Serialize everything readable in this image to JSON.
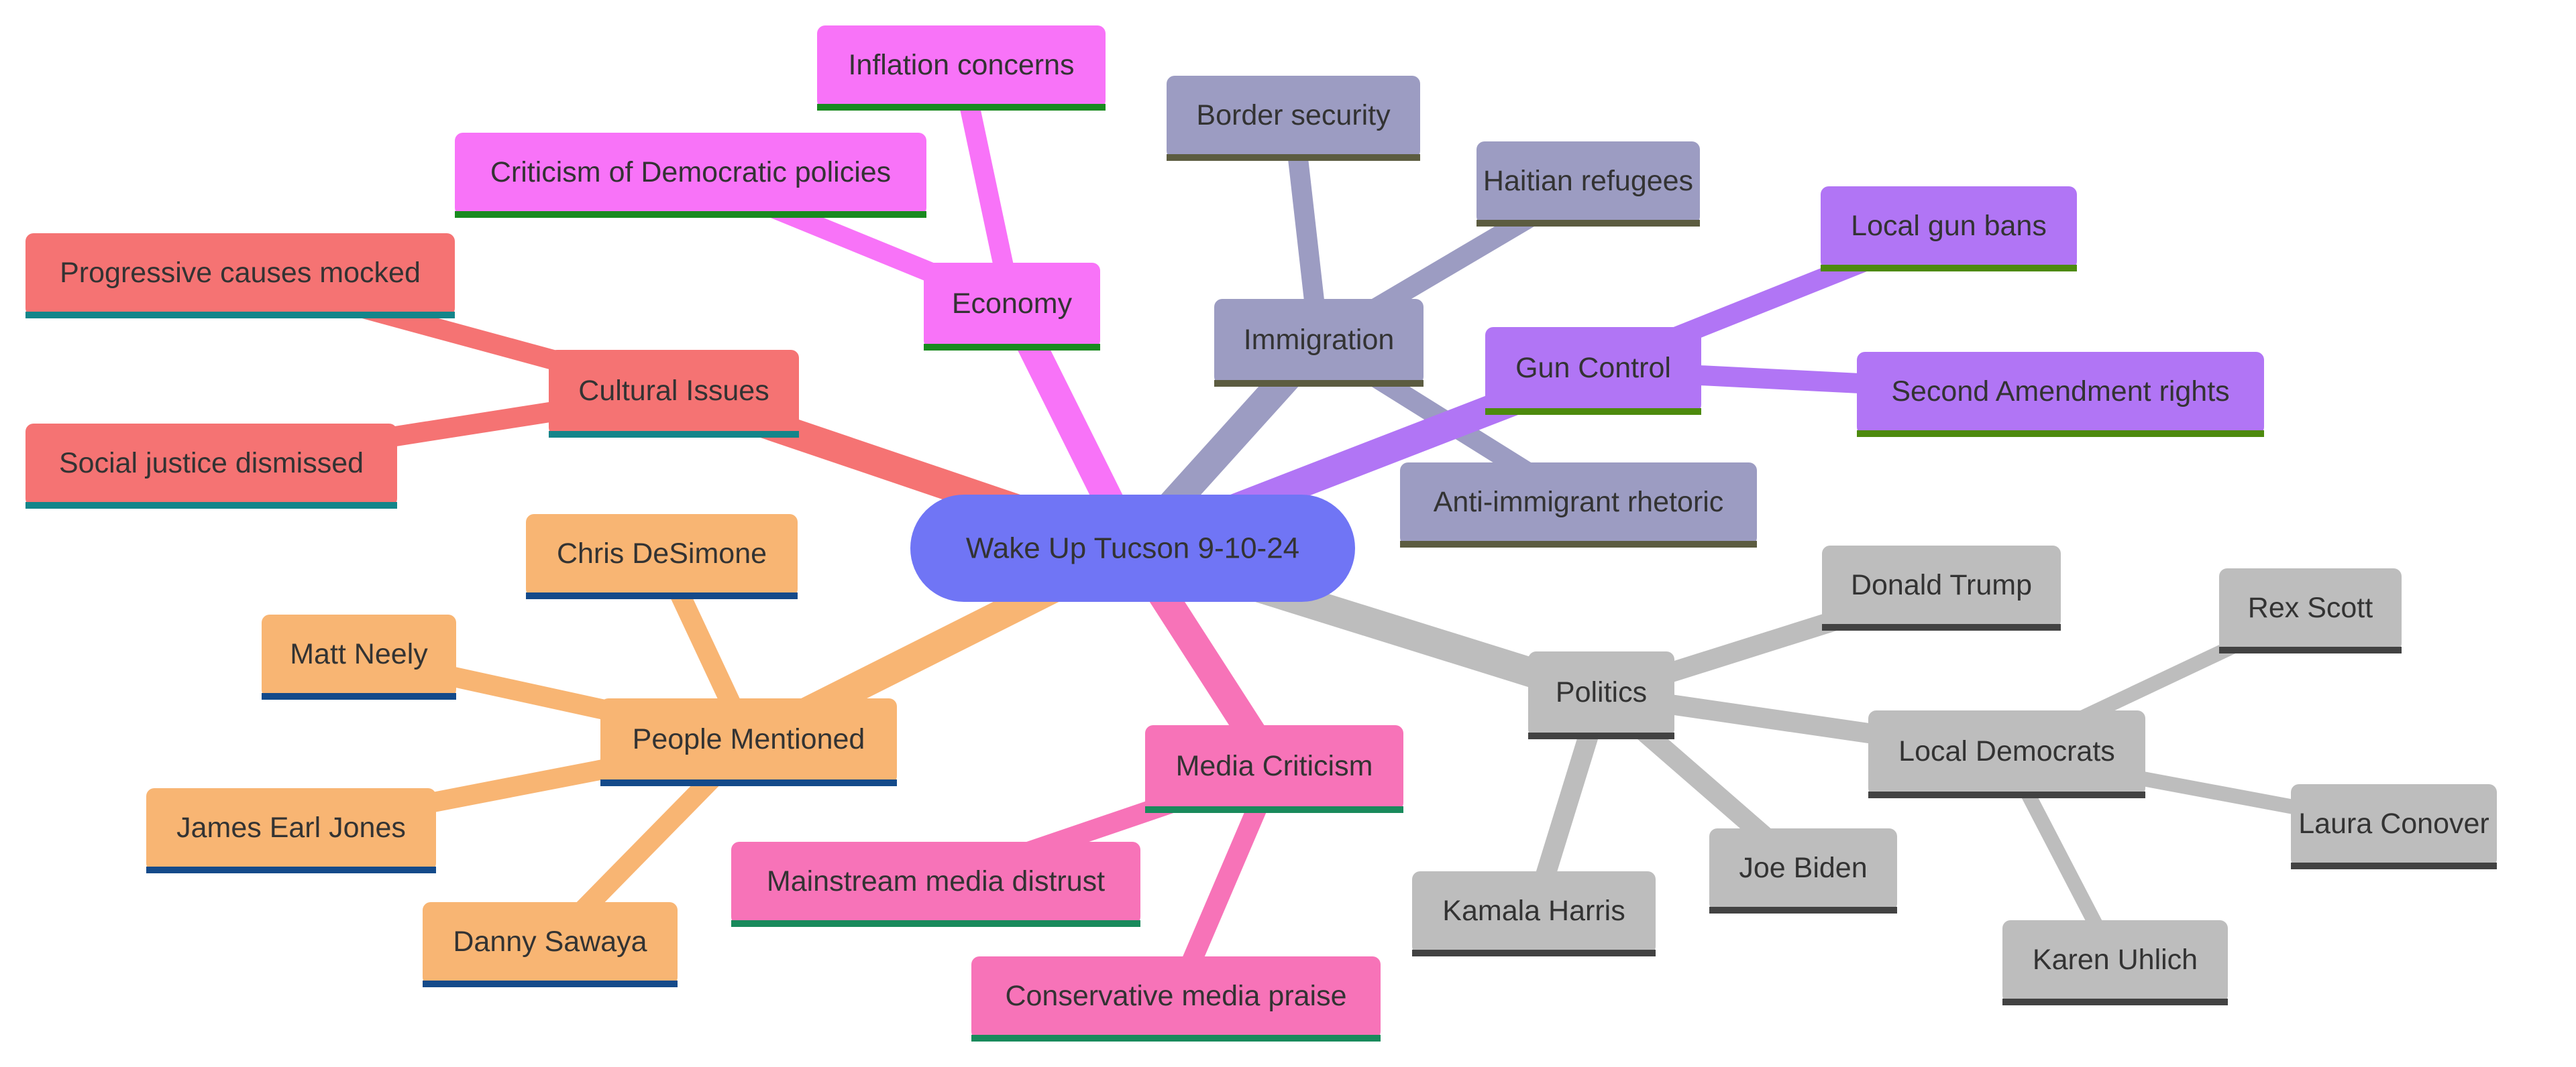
{
  "root": {
    "label": "Wake Up Tucson 9-10-24",
    "color": "#7075f5"
  },
  "branches": [
    {
      "id": "cultural",
      "label": "Cultural Issues",
      "color": "#f57373",
      "accent": "#14858a",
      "children": [
        {
          "label": "Progressive causes mocked"
        },
        {
          "label": "Social justice dismissed"
        }
      ]
    },
    {
      "id": "economy",
      "label": "Economy",
      "color": "#f873f8",
      "accent": "#198a1f",
      "children": [
        {
          "label": "Inflation concerns"
        },
        {
          "label": "Criticism of Democratic policies"
        }
      ]
    },
    {
      "id": "immigration",
      "label": "Immigration",
      "color": "#9c9cc2",
      "accent": "#5c5c40",
      "children": [
        {
          "label": "Border security"
        },
        {
          "label": "Haitian refugees"
        },
        {
          "label": "Anti-immigrant rhetoric"
        }
      ]
    },
    {
      "id": "gun-control",
      "label": "Gun Control",
      "color": "#b175f5",
      "accent": "#4d8a0d",
      "children": [
        {
          "label": "Local gun bans"
        },
        {
          "label": "Second Amendment rights"
        }
      ]
    },
    {
      "id": "politics",
      "label": "Politics",
      "color": "#bdbdbd",
      "accent": "#424242",
      "children": [
        {
          "label": "Donald Trump"
        },
        {
          "label": "Local Democrats",
          "children": [
            {
              "label": "Rex Scott"
            },
            {
              "label": "Laura Conover"
            },
            {
              "label": "Karen Uhlich"
            }
          ]
        },
        {
          "label": "Joe Biden"
        },
        {
          "label": "Kamala Harris"
        }
      ]
    },
    {
      "id": "media",
      "label": "Media Criticism",
      "color": "#f773b8",
      "accent": "#198a5c",
      "children": [
        {
          "label": "Mainstream media distrust"
        },
        {
          "label": "Conservative media praise"
        }
      ]
    },
    {
      "id": "people",
      "label": "People Mentioned",
      "color": "#f8b573",
      "accent": "#144a8a",
      "children": [
        {
          "label": "Chris DeSimone"
        },
        {
          "label": "Matt Neely"
        },
        {
          "label": "James Earl Jones"
        },
        {
          "label": "Danny Sawaya"
        }
      ]
    }
  ]
}
